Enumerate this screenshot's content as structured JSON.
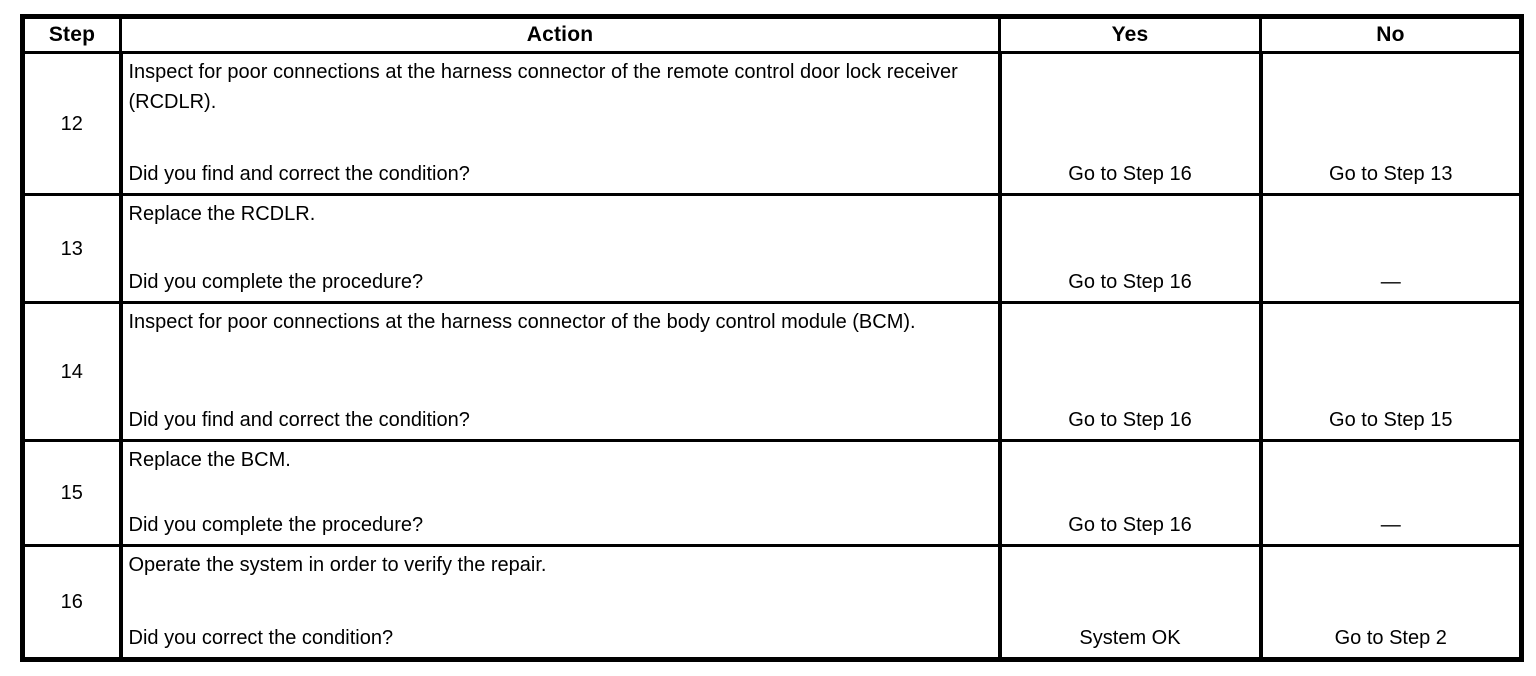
{
  "table": {
    "columns": [
      {
        "key": "step",
        "label": "Step"
      },
      {
        "key": "action",
        "label": "Action"
      },
      {
        "key": "yes",
        "label": "Yes"
      },
      {
        "key": "no",
        "label": "No"
      }
    ],
    "rows": [
      {
        "step": "12",
        "action_statement": "Inspect for poor connections at the harness connector of the remote control door lock receiver (RCDLR).",
        "action_question": "Did you find and correct the condition?",
        "yes": "Go to Step 16",
        "no": "Go to Step 13"
      },
      {
        "step": "13",
        "action_statement": "Replace the RCDLR.",
        "action_question": "Did you complete the procedure?",
        "yes": "Go to Step 16",
        "no": "—"
      },
      {
        "step": "14",
        "action_statement": "Inspect for poor connections at the harness connector of the body control module (BCM).",
        "action_question": "Did you find and correct the condition?",
        "yes": "Go to Step 16",
        "no": "Go to Step 15"
      },
      {
        "step": "15",
        "action_statement": "Replace the BCM.",
        "action_question": "Did you complete the procedure?",
        "yes": "Go to Step 16",
        "no": "—"
      },
      {
        "step": "16",
        "action_statement": "Operate the system in order to verify the repair.",
        "action_question": "Did you correct the condition?",
        "yes": "System OK",
        "no": "Go to Step 2"
      }
    ]
  },
  "colors": {
    "border": "#000000",
    "text": "#000000",
    "background": "#ffffff"
  }
}
